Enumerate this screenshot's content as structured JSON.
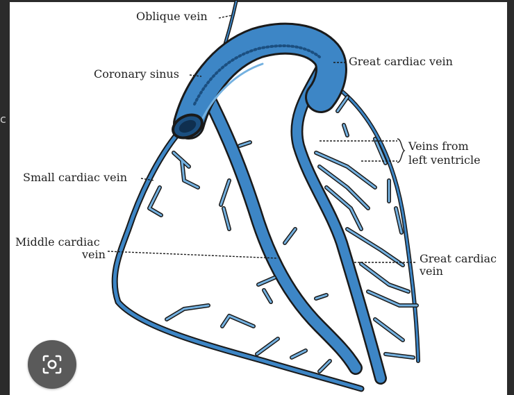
{
  "labels": {
    "oblique_vein": "Oblique vein",
    "great_cardiac_vein_top": "Great cardiac vein",
    "coronary_sinus": "Coronary sinus",
    "veins_from_line1": "Veins from",
    "veins_from_line2": "left ventricle",
    "small_cardiac_vein": "Small cardiac vein",
    "middle_cardiac_line1": "Middle cardiac",
    "middle_cardiac_line2": "vein",
    "great_cardiac_bottom_line1": "Great cardiac",
    "great_cardiac_bottom_line2": "vein"
  },
  "edge_char": "c",
  "colors": {
    "vein_fill": "#3d86c6",
    "vein_dark": "#1b4f80",
    "vein_light": "#74b1e0",
    "outline": "#1a1a1a",
    "text": "#1f1f1f"
  },
  "icons": {
    "lens_button": "camera-lens-icon"
  }
}
